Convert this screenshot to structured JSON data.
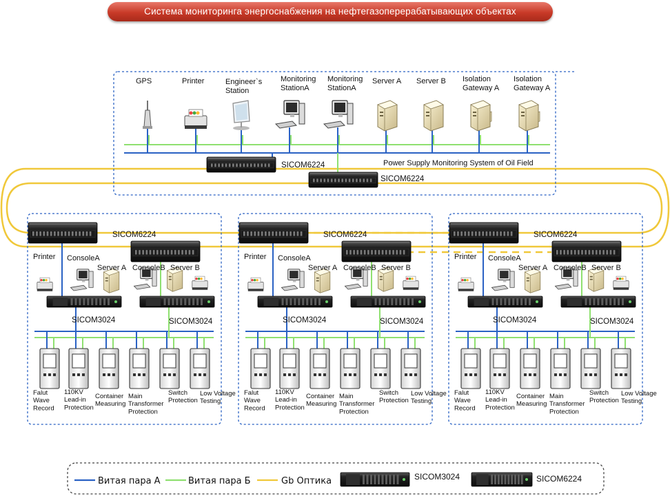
{
  "title": "Система мониторинга энергоснабжения на нефтегазоперерабатывающих объектах",
  "top_system": {
    "label": "Power Supply Monitoring System of Oil Field",
    "devices": [
      {
        "label": [
          "GPS"
        ],
        "icon": "gps-antenna-icon"
      },
      {
        "label": [
          "Printer"
        ],
        "icon": "printer-icon"
      },
      {
        "label": [
          "Engineer`s",
          "Station"
        ],
        "icon": "lcd-monitor-icon"
      },
      {
        "label": [
          "Monitoring",
          "StationA"
        ],
        "icon": "workstation-icon"
      },
      {
        "label": [
          "Monitoring",
          "StationA"
        ],
        "icon": "workstation-icon"
      },
      {
        "label": [
          "Server A"
        ],
        "icon": "server-icon"
      },
      {
        "label": [
          "Server B"
        ],
        "icon": "server-icon"
      },
      {
        "label": [
          "Isolation",
          "Gateway A"
        ],
        "icon": "gateway-icon"
      },
      {
        "label": [
          "Isolation",
          "Gateway A"
        ],
        "icon": "gateway-icon"
      }
    ],
    "switch_left": "SICOM6224",
    "switch_right": "SICOM6224"
  },
  "substation": {
    "core_switch_a": "SICOM6224",
    "access_switch": "SICOM3024",
    "printer": "Printer",
    "console_a": "ConsoleA",
    "server_a": "Server A",
    "console_b": "ConsoleB",
    "server_b": "Server B",
    "bays": [
      [
        "Falut",
        "Wave",
        "Record"
      ],
      [
        "110KV",
        "Lead-in",
        "Protection"
      ],
      [
        "Container",
        "Measuring"
      ],
      [
        "Main",
        "Transformer",
        "Protection"
      ],
      [
        "Switch",
        "Protection"
      ],
      [
        "Low Voltage",
        "Testing"
      ]
    ]
  },
  "legend": {
    "twisted_a": "Витая пара А",
    "twisted_b": "Витая пара Б",
    "optic": "Gb Оптика",
    "sicom3024": "SICOM3024",
    "sicom6224": "SICOM6224"
  },
  "colors": {
    "twisted_a": "#2a62c4",
    "twisted_b": "#8fe070",
    "optic": "#f0c83a",
    "frame": "#2a62c4",
    "banner": "#c83a28"
  }
}
